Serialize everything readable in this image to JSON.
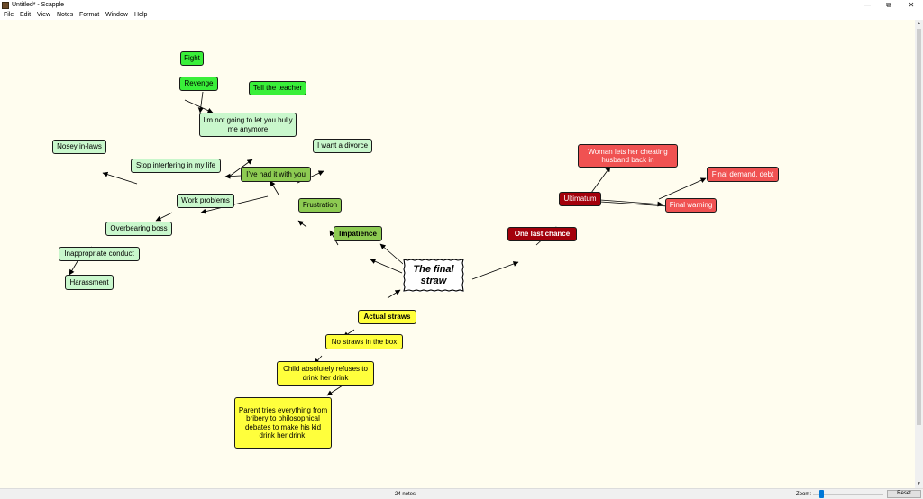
{
  "window": {
    "title": "Untitled* - Scapple",
    "minimize_glyph": "—",
    "maximize_glyph": "⧉",
    "close_glyph": "✕"
  },
  "menu": [
    "File",
    "Edit",
    "View",
    "Notes",
    "Format",
    "Window",
    "Help"
  ],
  "notes": {
    "central": "The final straw",
    "fight": "Fight",
    "revenge": "Revenge",
    "tell_teacher": "Tell the teacher",
    "not_going": "I’m not going to let you bully me anymore",
    "nosey_inlaws": "Nosey in-laws",
    "stop_interfering": "Stop interfering in my life",
    "divorce": "I want a divorce",
    "had_it": "I’ve had it with you",
    "work_problems": "Work problems",
    "frustration": "Frustration",
    "overbearing_boss": "Overbearing boss",
    "impatience": "Impatience",
    "inappropriate_conduct": "Inappropriate conduct",
    "harassment": "Harassment",
    "woman_cheating": "Woman lets her cheating husband back in",
    "final_demand": "Final demand, debt",
    "ultimatum": "Ultimatum",
    "final_warning": "Final warning",
    "one_last_chance": "One last chance",
    "actual_straws": "Actual straws",
    "no_straws": "No straws in the box",
    "child_refuses": "Child absolutely refuses to drink her drink",
    "parent_tries": "Parent tries everything from bribery to philosophical debates to make his kid drink her drink."
  },
  "status": {
    "notes_count": "24 notes",
    "zoom_label": "Zoom:",
    "reset_label": "Reset",
    "zoom_level": 0.1
  },
  "colors": {
    "canvas": "#fffdef",
    "bright_green": "#39ef39",
    "pale_green": "#c9f7cc",
    "mid_green": "#8dcb52",
    "red": "#f05252",
    "dark_red": "#a3000b",
    "yellow": "#ffff3c"
  }
}
